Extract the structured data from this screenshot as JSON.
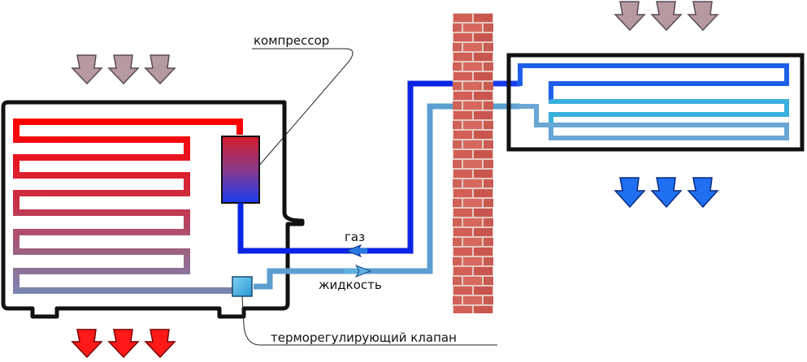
{
  "labels": {
    "compressor": "компрессор",
    "gas": "газ",
    "liquid": "жидкость",
    "valve": "терморегулирующий клапан"
  },
  "colors": {
    "hot": "#ff0000",
    "hot_mid": "#d02a3a",
    "cool_mid": "#9e6080",
    "cool": "#7a86b4",
    "gas_line": "#0a24e6",
    "liquid_line": "#5b9fd0",
    "indoor_blue": "#1f5fea",
    "indoor_cyan": "#3ab0dc",
    "brick": "#d25f55",
    "mortar": "#e8c9c0",
    "arrow_warm": "#ff1a1a",
    "arrow_cold": "#1f6ff0",
    "arrow_neutral": "#b69aa0"
  },
  "icons": {
    "air_in": "down-arrow-icon",
    "air_out_warm": "down-arrow-icon",
    "air_out_cold": "down-arrow-icon",
    "flow_direction": "flow-arrow-icon"
  }
}
